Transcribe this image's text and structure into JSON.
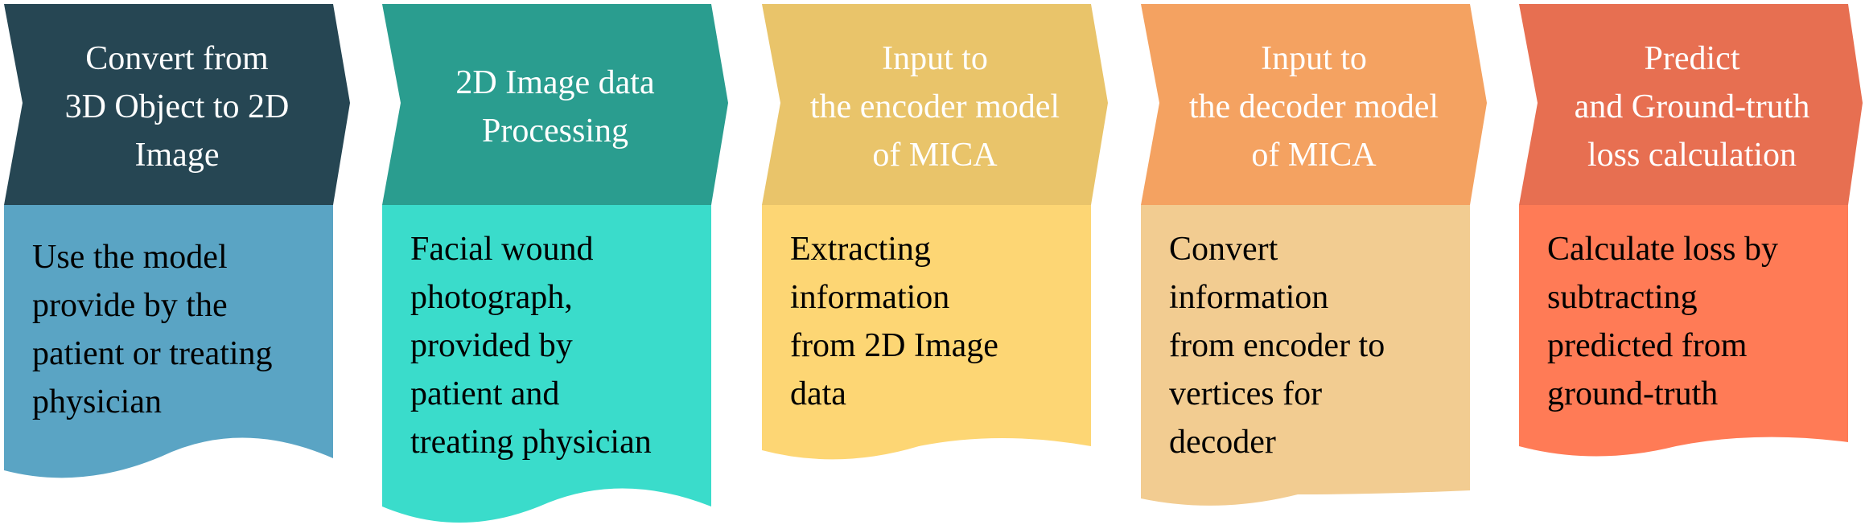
{
  "diagram": {
    "steps": [
      {
        "title": "Convert from\n3D Object to 2D\nImage",
        "description": "Use the model\nprovide by the\npatient or treating\nphysician",
        "header_color": "#264653",
        "body_color": "#5AA4C4"
      },
      {
        "title": "2D Image data\nProcessing",
        "description": "Facial wound\nphotograph,\nprovided by\npatient and\ntreating physician",
        "header_color": "#2A9D8F",
        "body_color": "#3ADCCB"
      },
      {
        "title": "Input to\nthe encoder model\nof MICA",
        "description": "Extracting\ninformation\nfrom 2D Image\ndata",
        "header_color": "#E9C46A",
        "body_color": "#FDD674"
      },
      {
        "title": "Input to\nthe decoder model\nof MICA",
        "description": "Convert\ninformation\nfrom encoder to\nvertices for\ndecoder",
        "header_color": "#F4A261",
        "body_color": "#F2CC91"
      },
      {
        "title": "Predict\nand Ground-truth\nloss calculation",
        "description": "Calculate loss by\nsubtracting\npredicted from\nground-truth",
        "header_color": "#E76F51",
        "body_color": "#FF7B56"
      }
    ]
  }
}
